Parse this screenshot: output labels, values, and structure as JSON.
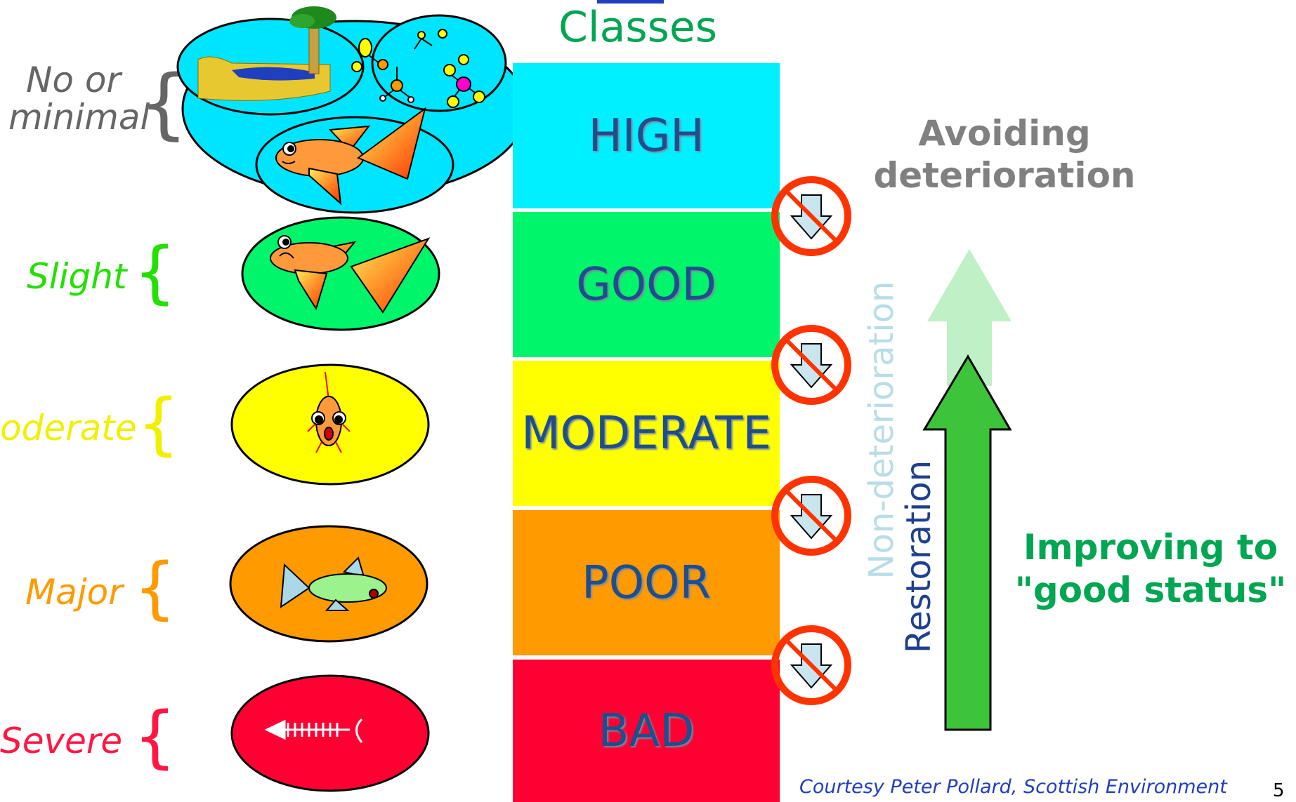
{
  "classes_title": "Classes",
  "classes": [
    {
      "label": "HIGH",
      "color": "#00f0ff"
    },
    {
      "label": "GOOD",
      "color": "#00f56a"
    },
    {
      "label": "MODERATE",
      "color": "#ffff00"
    },
    {
      "label": "POOR",
      "color": "#ff9a00"
    },
    {
      "label": "BAD",
      "color": "#ff0033"
    }
  ],
  "impacts": [
    {
      "line1": "No or",
      "line2": "minimal",
      "color": "#666666"
    },
    {
      "label": "Slight",
      "color": "#22e000"
    },
    {
      "label": "oderate",
      "color": "#f0f000"
    },
    {
      "label": "Major",
      "color": "#ff9a00"
    },
    {
      "label": "Severe",
      "color": "#ff1744"
    }
  ],
  "avoiding": {
    "line1": "Avoiding",
    "line2": "deterioration",
    "color": "#808080"
  },
  "non_deterioration": {
    "label": "Non-deterioration",
    "color": "#b8dde6"
  },
  "restoration": {
    "label": "Restoration",
    "color": "#1f3f8f",
    "arrow_color": "#3ec43a"
  },
  "improving": {
    "line1": "Improving to",
    "line2": "\"good status\"",
    "color": "#00a651"
  },
  "credit": "Courtesy Peter Pollard, Scottish Environment",
  "page_number": "5",
  "icons": [
    "no-deterioration-icon",
    "fish-icon",
    "fish-skeleton-icon",
    "tree-icon",
    "molecule-icon"
  ]
}
